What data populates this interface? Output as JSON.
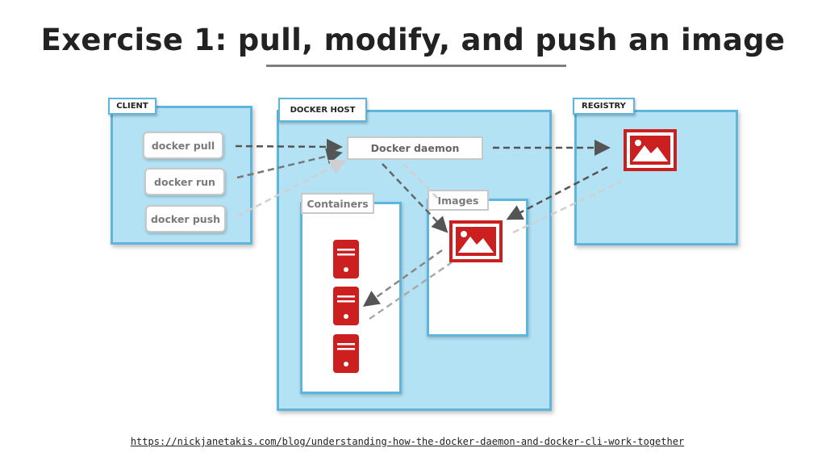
{
  "title": "Exercise 1: pull, modify, and push an image",
  "client": {
    "label": "CLIENT",
    "commands": [
      "docker pull",
      "docker run",
      "docker push"
    ]
  },
  "host": {
    "label": "DOCKER HOST",
    "daemon": "Docker daemon",
    "containers": "Containers",
    "images": "Images"
  },
  "registry": {
    "label": "REGISTRY"
  },
  "url": "https://nickjanetakis.com/blog/understanding-how-the-docker-daemon-and-docker-cli-work-together",
  "colors": {
    "box_fill": "#b3e2f4",
    "box_border": "#5eb6dc",
    "icon_red": "#cc1f1f",
    "arrow_dark": "#555555",
    "arrow_light": "#cfcfcf"
  },
  "icons": {
    "image": "image-icon",
    "container": "server-icon"
  }
}
